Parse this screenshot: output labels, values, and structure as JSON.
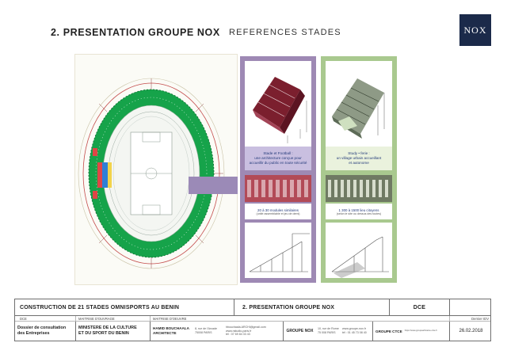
{
  "header": {
    "title": "2. PRESENTATION GROUPE NOX",
    "subtitle": "REFERENCES STADES",
    "logo_text": "NOX",
    "logo_color": "#1b2a4a"
  },
  "figure": {
    "purple_panel": {
      "color": "#9e89b4",
      "caption": [
        "Stade et Football :",
        "une architecture conçue pour",
        "accueillir du public en toute sécurité"
      ],
      "note": "20 à 30 modules similaires",
      "note_small": "(unité assemblable et jeu de demi)"
    },
    "green_panel": {
      "color": "#a9c98f",
      "caption": [
        "Study • ferie :",
        "un village urbain accueillant",
        "et autonome"
      ],
      "note": "1 300 à 1500 lieu citoyens",
      "note_small": "(selon le site ou dessus des toutes)"
    }
  },
  "title_block": {
    "project": "CONSTRUCTION DE 21 STADES OMNISPORTS AU BENIN",
    "section": "2. PRESENTATION GROUPE NOX",
    "phase": "DCE",
    "labels": {
      "phase": "DCE",
      "owner": "MAITRISE D'OUVRAGE",
      "designer": "MAITRISE D'OEUVRE",
      "last_index": "Dernier IDV"
    },
    "document": [
      "Dossier de consultation",
      "des Entreprises"
    ],
    "ministry": [
      "MINISTERE DE LA CULTURE",
      "ET DU SPORT DU BENIN"
    ],
    "architect": [
      "HAMID BOUCHAALA",
      "ARCHITECTE"
    ],
    "architect_address": [
      "8, rue de l'Arcade",
      "75008 PARIS"
    ],
    "architect_contact": [
      "hbouchaala.ARCHI@gmail.com",
      "www.nstudio-paris.fr",
      "tél : 07 69 84 33 43"
    ],
    "groupe_nox": "GROUPE NOX",
    "nox_address": [
      "10, rue de Rome",
      "75 008 PARIS"
    ],
    "nox_contact": [
      "www.groupe-nox.fr",
      "tél : 01 45 73 08 40"
    ],
    "groupe_ctce": "GROUPE CTCE",
    "ctce_contact": "https://www.groupeafricaine-ctce.fr",
    "date": "26.02.2018"
  }
}
